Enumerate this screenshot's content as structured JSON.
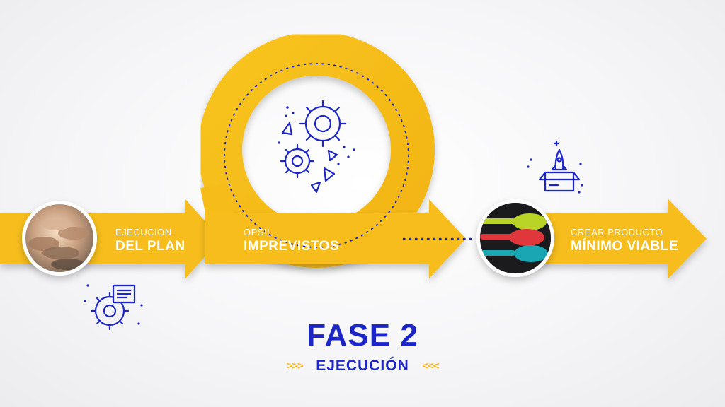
{
  "steps": [
    {
      "small": "EJECUCIÓN",
      "big": "DEL PLAN"
    },
    {
      "small": "OPS!!",
      "big": "IMPREVISTOS"
    },
    {
      "small": "CREAR PRODUCTO",
      "big": "MÍNIMO VIABLE"
    }
  ],
  "title": "FASE 2",
  "subtitle": "EJECUCIÓN",
  "chevron_left": ">>>",
  "chevron_right": "<<<",
  "colors": {
    "arrow": "#f6bd1a",
    "accent": "#1c26c8",
    "chevron": "#f6b81c"
  },
  "icons": [
    "team-hands-photo",
    "gear-document-icon",
    "gears-shapes-icon",
    "spoons-photo",
    "rocket-box-icon"
  ]
}
